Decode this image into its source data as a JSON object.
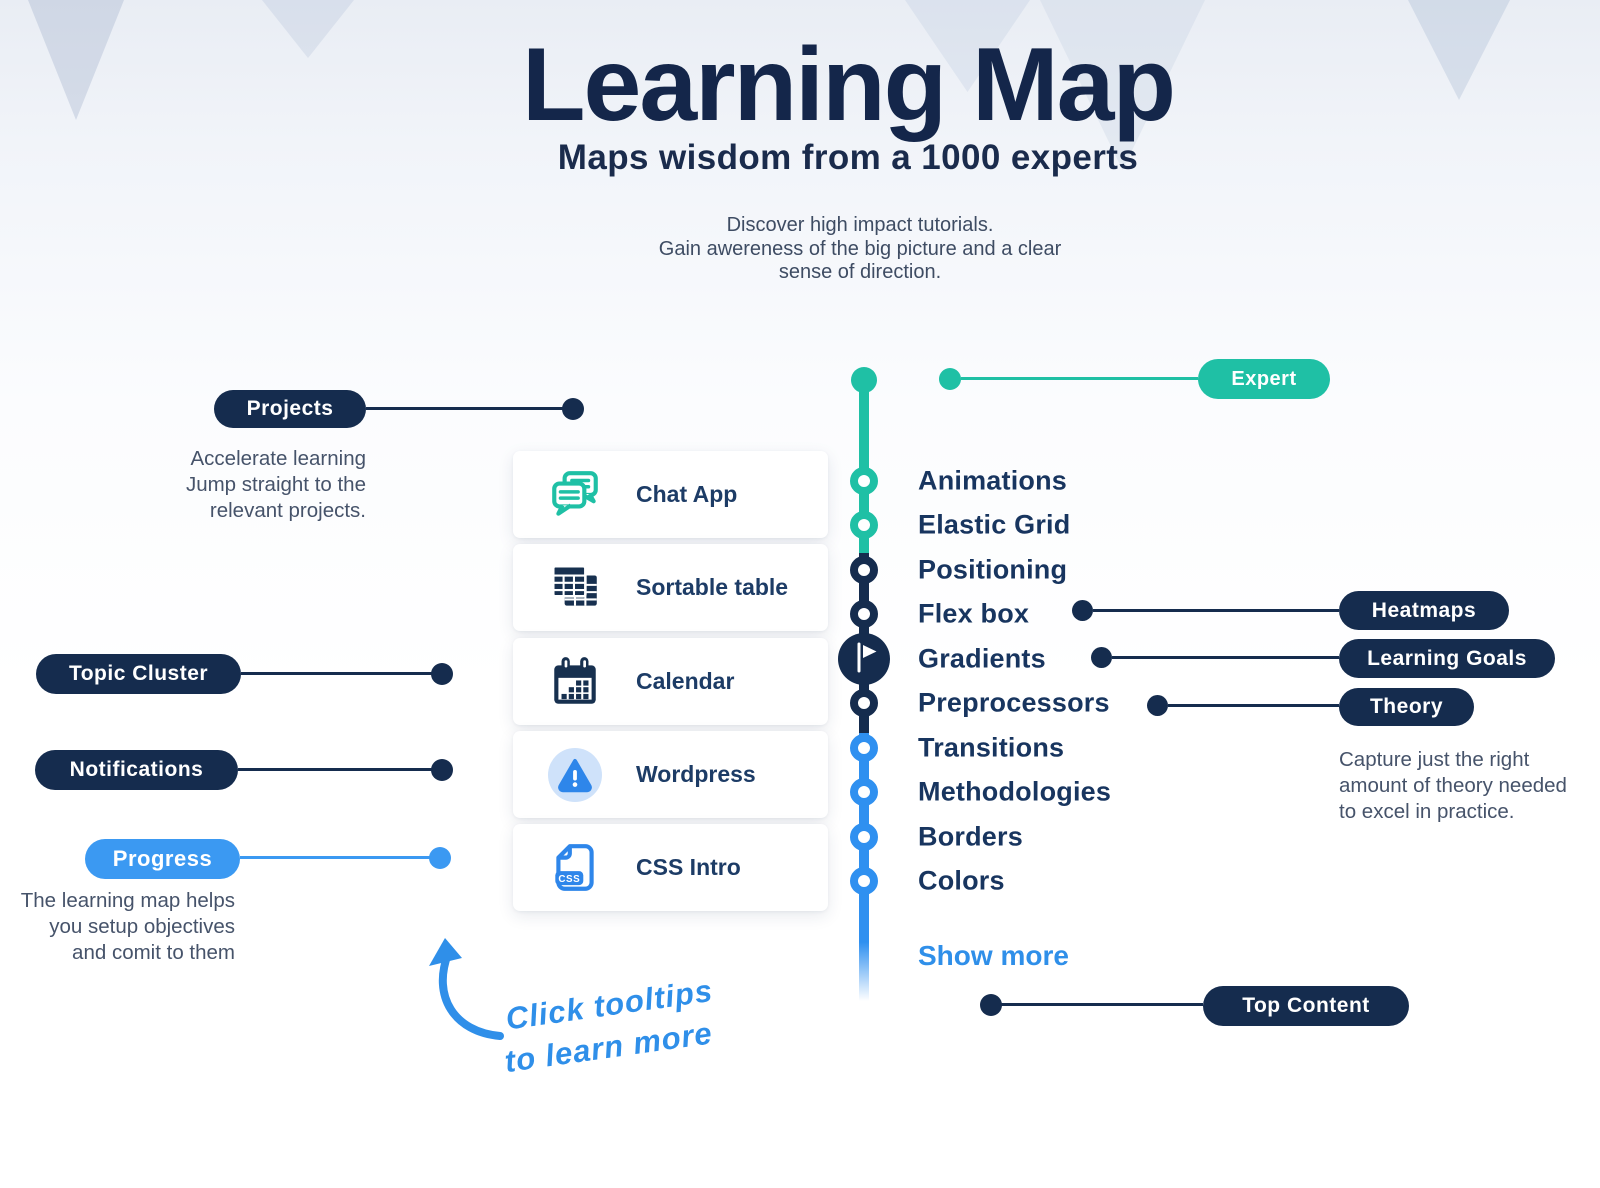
{
  "page": {
    "title": "Learning Map",
    "subtitle": "Maps wisdom from a 1000 experts",
    "description": [
      "Discover high impact tutorials.",
      "Gain awereness of the big picture and a clear",
      "sense of direction."
    ]
  },
  "colors": {
    "navy": "#152c4e",
    "teal": "#1fc0a5",
    "blue": "#2f90f0",
    "link_blue": "#2f8fe9",
    "pill_blue": "#3b99f2"
  },
  "left_callouts": {
    "projects": {
      "label": "Projects",
      "note": [
        "Accelerate learning",
        "Jump straight to the",
        "relevant projects."
      ]
    },
    "topic_cluster": {
      "label": "Topic Cluster"
    },
    "notifications": {
      "label": "Notifications"
    },
    "progress": {
      "label": "Progress",
      "note": [
        "The learning map helps",
        "you setup objectives",
        "and comit to them"
      ]
    }
  },
  "project_cards": [
    {
      "label": "Chat App",
      "icon": "chat-icon"
    },
    {
      "label": "Sortable table",
      "icon": "table-icon"
    },
    {
      "label": "Calendar",
      "icon": "calendar-icon"
    },
    {
      "label": "Wordpress",
      "icon": "alert-icon"
    },
    {
      "label": "CSS Intro",
      "icon": "css-file-icon"
    }
  ],
  "timeline": {
    "topics": [
      {
        "label": "Animations",
        "segment": "teal"
      },
      {
        "label": "Elastic Grid",
        "segment": "teal"
      },
      {
        "label": "Positioning",
        "segment": "navy"
      },
      {
        "label": "Flex box",
        "segment": "navy"
      },
      {
        "label": "Gradients",
        "segment": "navy",
        "milestone": "flag"
      },
      {
        "label": "Preprocessors",
        "segment": "navy"
      },
      {
        "label": "Transitions",
        "segment": "blue"
      },
      {
        "label": "Methodologies",
        "segment": "blue"
      },
      {
        "label": "Borders",
        "segment": "blue"
      },
      {
        "label": "Colors",
        "segment": "blue"
      }
    ],
    "show_more": "Show more"
  },
  "right_callouts": {
    "expert": {
      "label": "Expert"
    },
    "heatmaps": {
      "label": "Heatmaps"
    },
    "learning_goals": {
      "label": "Learning Goals"
    },
    "theory": {
      "label": "Theory",
      "note": [
        "Capture just the right",
        "amount of theory needed",
        "to excel in practice."
      ]
    },
    "top_content": {
      "label": "Top Content"
    }
  },
  "annotation": {
    "line1": "Click tooltips",
    "line2": "to learn more"
  }
}
